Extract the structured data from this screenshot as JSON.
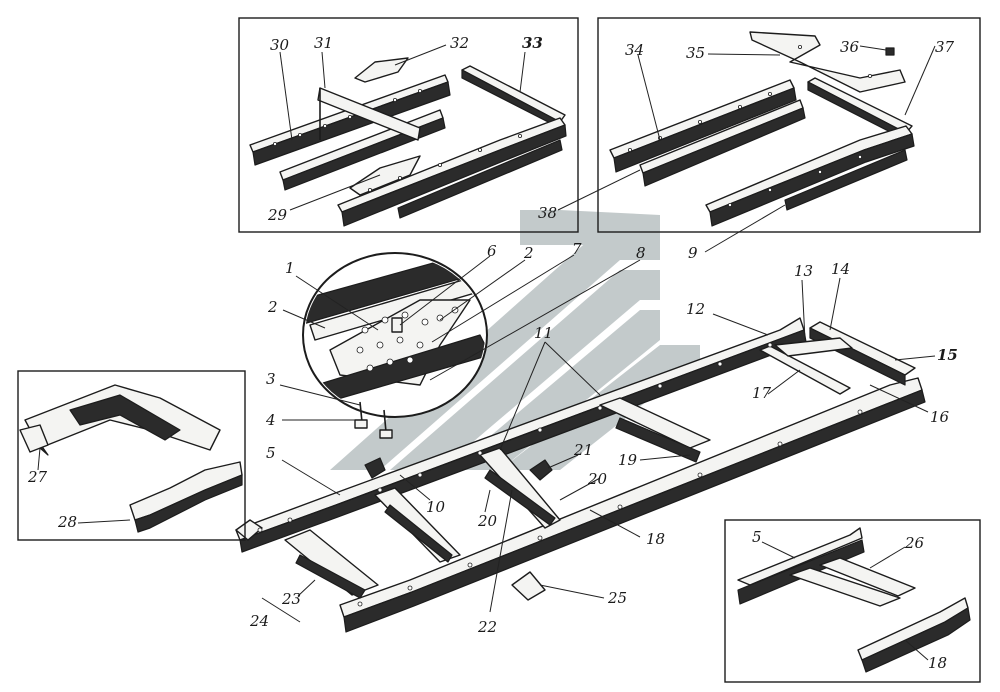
{
  "colors": {
    "ink": "#1c1c1c",
    "watermark": "#b9c1c2",
    "paper": "#ffffff"
  },
  "callouts": [
    {
      "id": "c30",
      "label": "30"
    },
    {
      "id": "c31",
      "label": "31"
    },
    {
      "id": "c32",
      "label": "32"
    },
    {
      "id": "c33",
      "label": "33"
    },
    {
      "id": "c29",
      "label": "29"
    },
    {
      "id": "c34",
      "label": "34"
    },
    {
      "id": "c35",
      "label": "35"
    },
    {
      "id": "c36",
      "label": "36"
    },
    {
      "id": "c37",
      "label": "37"
    },
    {
      "id": "c38",
      "label": "38"
    },
    {
      "id": "c9",
      "label": "9"
    },
    {
      "id": "c1",
      "label": "1"
    },
    {
      "id": "c2a",
      "label": "2"
    },
    {
      "id": "c6",
      "label": "6"
    },
    {
      "id": "c2b",
      "label": "2"
    },
    {
      "id": "c7",
      "label": "7"
    },
    {
      "id": "c8",
      "label": "8"
    },
    {
      "id": "c3",
      "label": "3"
    },
    {
      "id": "c4",
      "label": "4"
    },
    {
      "id": "c5a",
      "label": "5"
    },
    {
      "id": "c10",
      "label": "10"
    },
    {
      "id": "c11",
      "label": "11"
    },
    {
      "id": "c12",
      "label": "12"
    },
    {
      "id": "c13",
      "label": "13"
    },
    {
      "id": "c14",
      "label": "14"
    },
    {
      "id": "c15",
      "label": "15"
    },
    {
      "id": "c16",
      "label": "16"
    },
    {
      "id": "c17",
      "label": "17"
    },
    {
      "id": "c18a",
      "label": "18"
    },
    {
      "id": "c19",
      "label": "19"
    },
    {
      "id": "c20a",
      "label": "20"
    },
    {
      "id": "c20b",
      "label": "20"
    },
    {
      "id": "c21",
      "label": "21"
    },
    {
      "id": "c22",
      "label": "22"
    },
    {
      "id": "c23",
      "label": "23"
    },
    {
      "id": "c24",
      "label": "24"
    },
    {
      "id": "c25",
      "label": "25"
    },
    {
      "id": "c27",
      "label": "27"
    },
    {
      "id": "c28",
      "label": "28"
    },
    {
      "id": "c5b",
      "label": "5"
    },
    {
      "id": "c26",
      "label": "26"
    },
    {
      "id": "c18b",
      "label": "18"
    }
  ]
}
